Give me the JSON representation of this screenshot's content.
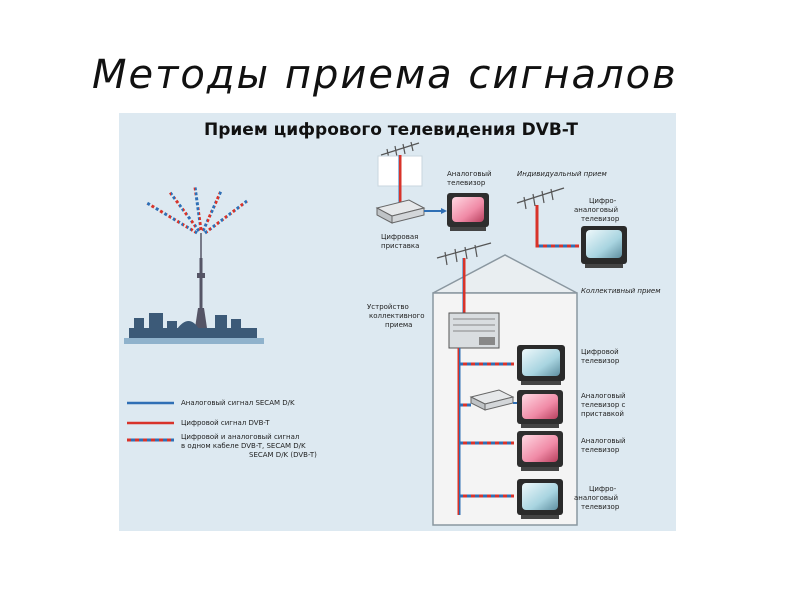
{
  "slide": {
    "title": "Методы приема сигналов"
  },
  "figure": {
    "title": "Прием цифрового телевидения DVB-T",
    "labels": {
      "analog_tv_top": [
        "Аналоговый",
        "телевизор"
      ],
      "digital_settop": [
        "Цифровая",
        "приставка"
      ],
      "individual_reception": "Индивидуальный прием",
      "digital_analog_tv_top": [
        "Цифро-",
        "аналоговый",
        "телевизор"
      ],
      "collective_reception": "Коллективный прием",
      "collective_device": [
        "Устройство",
        "коллективного",
        "приема"
      ],
      "digital_tv": [
        "Цифровой",
        "телевизор"
      ],
      "analog_tv_with_settop": [
        "Аналоговый",
        "телевизор с",
        "приставкой"
      ],
      "analog_tv_bottom": [
        "Аналоговый",
        "телевизор"
      ],
      "digital_analog_tv_bottom": [
        "Цифро-",
        "аналоговый",
        "телевизор"
      ]
    },
    "legend": [
      {
        "text": "Аналоговый сигнал SECAM D/K",
        "color": "#2f6fb5"
      },
      {
        "text": "Цифровой сигнал DVB-T",
        "color": "#d8332a"
      },
      {
        "text": [
          "Цифровой и аналоговый сигнал",
          "в одном кабеле DVB-T, SECAM D/K",
          "SECAM D/K (DVB-T)"
        ],
        "color": "mixed"
      }
    ],
    "colors": {
      "analog_signal": "#2f6fb5",
      "digital_signal": "#d8332a",
      "background": "#dde9f1",
      "house_wall": "#f4f4f4"
    }
  }
}
